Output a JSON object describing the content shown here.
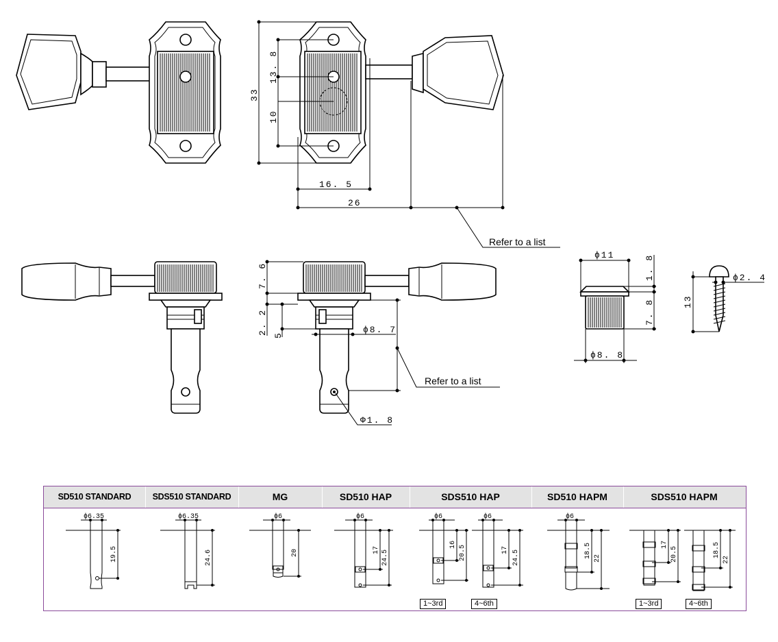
{
  "top_view": {
    "dim_33": "33",
    "dim_13_8": "13. 8",
    "dim_10": "10",
    "dim_16_5": "16. 5",
    "dim_26": "26",
    "refer_note": "Refer to a list"
  },
  "side_view": {
    "dim_7_6": "7. 6",
    "dim_2_2": "2. 2",
    "dim_5": "5",
    "dim_phi_8_7": "ϕ8. 7",
    "dim_phi_1_8": "Φ1. 8",
    "refer_note": "Refer to a list"
  },
  "bushing": {
    "dim_phi_11": "ϕ11",
    "dim_1_8": "1. 8",
    "dim_7_8": "7. 8",
    "dim_phi_8_8": "ϕ8. 8"
  },
  "screw": {
    "dim_phi_2_4": "ϕ2. 4",
    "dim_13": "13"
  },
  "table": {
    "headers": [
      "SD510 STANDARD",
      "SDS510 STANDARD",
      "MG",
      "SD510 HAP",
      "SDS510 HAP",
      "SD510 HAPM",
      "SDS510 HAPM"
    ],
    "cells": [
      {
        "dia": "ϕ6.35",
        "dims": [
          "19.5"
        ]
      },
      {
        "dia": "ϕ6.35",
        "dims": [
          "24.6"
        ]
      },
      {
        "dia": "ϕ6",
        "dims": [
          "20"
        ]
      },
      {
        "dia": "ϕ6",
        "dims": [
          "17",
          "24.5"
        ]
      },
      {
        "dia_a": "ϕ6",
        "dims_a": [
          "16",
          "20.5"
        ],
        "tag_a": "1~3rd",
        "dia_b": "ϕ6",
        "dims_b": [
          "17",
          "24.5"
        ],
        "tag_b": "4~6th"
      },
      {
        "dia": "ϕ6",
        "dims": [
          "18.5",
          "22"
        ]
      },
      {
        "dims_a": [
          "17",
          "20.5"
        ],
        "tag_a": "1~3rd",
        "dims_b": [
          "18.5",
          "22"
        ],
        "tag_b": "4~6th"
      }
    ]
  }
}
